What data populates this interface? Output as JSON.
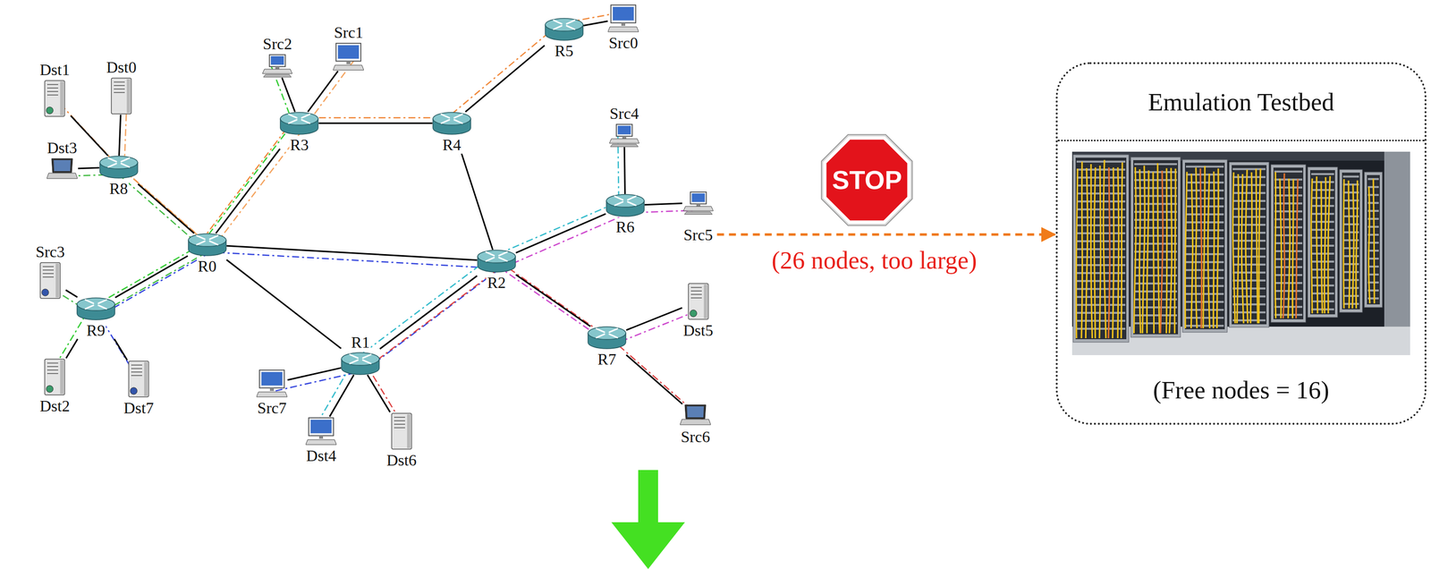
{
  "diagram": {
    "nodes": [
      {
        "text": [
          "Src2"
        ]
      },
      {
        "text": [
          "Src1"
        ]
      },
      {
        "text": [
          "Src0"
        ]
      },
      {
        "text": [
          "R5"
        ]
      },
      {
        "text": [
          "Dst1"
        ]
      },
      {
        "text": [
          "Dst0"
        ]
      },
      {
        "text": [
          "Src4"
        ]
      },
      {
        "text": [
          "R3"
        ]
      },
      {
        "text": [
          "R4"
        ]
      },
      {
        "text": [
          "Dst3"
        ]
      },
      {
        "text": [
          "R8"
        ]
      },
      {
        "text": [
          "STOP"
        ]
      },
      {
        "text": [
          "Emulation Testbed",
          "(Free nodes = 16)"
        ]
      },
      {
        "text": [
          "R6"
        ]
      },
      {
        "text": [
          "Src5"
        ]
      },
      {
        "text": [
          "R0"
        ]
      },
      {
        "text": [
          "R2"
        ]
      },
      {
        "text": [
          "Src3"
        ]
      },
      {
        "text": [
          "R9"
        ]
      },
      {
        "text": [
          "Dst5"
        ]
      },
      {
        "text": [
          "R7"
        ]
      },
      {
        "text": [
          "R1"
        ]
      },
      {
        "text": [
          "Src7"
        ]
      },
      {
        "text": [
          "Dst2"
        ]
      },
      {
        "text": [
          "Dst7"
        ]
      },
      {
        "text": [
          "Src6"
        ]
      },
      {
        "text": [
          "Dst4"
        ]
      },
      {
        "text": [
          "Dst6"
        ]
      }
    ],
    "edges": [
      {
        "from": 10,
        "to": 4,
        "arrow": "none"
      },
      {
        "from": 10,
        "to": 5,
        "arrow": "none"
      },
      {
        "from": 10,
        "to": 9,
        "arrow": "none"
      },
      {
        "from": 10,
        "to": 15,
        "arrow": "none"
      },
      {
        "from": 18,
        "to": 17,
        "arrow": "none"
      },
      {
        "from": 18,
        "to": 23,
        "arrow": "none"
      },
      {
        "from": 18,
        "to": 24,
        "arrow": "none"
      },
      {
        "from": 18,
        "to": 15,
        "arrow": "none"
      },
      {
        "from": 15,
        "to": 7,
        "arrow": "none"
      },
      {
        "from": 15,
        "to": 16,
        "arrow": "none"
      },
      {
        "from": 15,
        "to": 21,
        "arrow": "none"
      },
      {
        "from": 7,
        "to": 0,
        "arrow": "none"
      },
      {
        "from": 7,
        "to": 1,
        "arrow": "none"
      },
      {
        "from": 7,
        "to": 8,
        "arrow": "none"
      },
      {
        "from": 8,
        "to": 3,
        "arrow": "none"
      },
      {
        "from": 8,
        "to": 16,
        "arrow": "none"
      },
      {
        "from": 3,
        "to": 2,
        "arrow": "none"
      },
      {
        "from": 16,
        "to": 13,
        "arrow": "none"
      },
      {
        "from": 16,
        "to": 21,
        "arrow": "none"
      },
      {
        "from": 16,
        "to": 20,
        "arrow": "none"
      },
      {
        "from": 13,
        "to": 6,
        "arrow": "none"
      },
      {
        "from": 13,
        "to": 14,
        "arrow": "none"
      },
      {
        "from": 20,
        "to": 19,
        "arrow": "none"
      },
      {
        "from": 20,
        "to": 25,
        "arrow": "none"
      },
      {
        "from": 21,
        "to": 22,
        "arrow": "none"
      },
      {
        "from": 21,
        "to": 26,
        "arrow": "none"
      },
      {
        "from": 21,
        "to": 27,
        "arrow": "none"
      },
      {
        "from": 14,
        "to": 12,
        "arrow": "to"
      }
    ],
    "labels": [
      "(26 nodes, too large)"
    ]
  }
}
